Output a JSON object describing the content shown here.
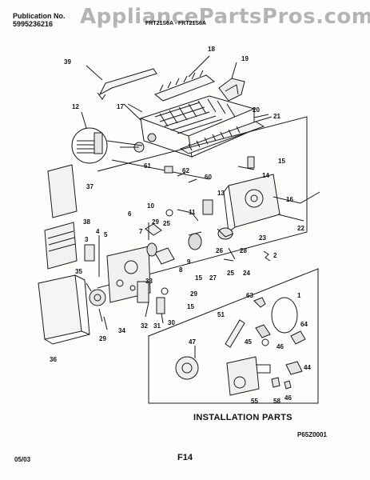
{
  "header": {
    "publication_label": "Publication No.",
    "publication_number": "5995236216",
    "model_line": "FRT21S6A - FRT21S6A"
  },
  "watermark": "AppliancePartsPros.com",
  "callouts": [
    {
      "id": "c39",
      "text": "39"
    },
    {
      "id": "c18",
      "text": "18"
    },
    {
      "id": "c19",
      "text": "19"
    },
    {
      "id": "c12",
      "text": "12"
    },
    {
      "id": "c17",
      "text": "17"
    },
    {
      "id": "c20",
      "text": "20"
    },
    {
      "id": "c21",
      "text": "21"
    },
    {
      "id": "c37",
      "text": "37"
    },
    {
      "id": "c61",
      "text": "61"
    },
    {
      "id": "c62",
      "text": "62"
    },
    {
      "id": "c60",
      "text": "60"
    },
    {
      "id": "c15a",
      "text": "15"
    },
    {
      "id": "c14",
      "text": "14"
    },
    {
      "id": "c13",
      "text": "13"
    },
    {
      "id": "c16",
      "text": "16"
    },
    {
      "id": "c10",
      "text": "10"
    },
    {
      "id": "c11",
      "text": "11"
    },
    {
      "id": "c25",
      "text": "25"
    },
    {
      "id": "c38",
      "text": "38"
    },
    {
      "id": "c6",
      "text": "6"
    },
    {
      "id": "c22",
      "text": "22"
    },
    {
      "id": "c23",
      "text": "23"
    },
    {
      "id": "c3",
      "text": "3"
    },
    {
      "id": "c4",
      "text": "4"
    },
    {
      "id": "c5",
      "text": "5"
    },
    {
      "id": "c7",
      "text": "7"
    },
    {
      "id": "c29a",
      "text": "29"
    },
    {
      "id": "c26",
      "text": "26"
    },
    {
      "id": "c2",
      "text": "2"
    },
    {
      "id": "c28",
      "text": "28"
    },
    {
      "id": "c9",
      "text": "9"
    },
    {
      "id": "c27",
      "text": "27"
    },
    {
      "id": "c25b",
      "text": "25"
    },
    {
      "id": "c24",
      "text": "24"
    },
    {
      "id": "c35",
      "text": "35"
    },
    {
      "id": "c8",
      "text": "8"
    },
    {
      "id": "c15b",
      "text": "15"
    },
    {
      "id": "c33",
      "text": "33"
    },
    {
      "id": "c29b",
      "text": "29"
    },
    {
      "id": "c15c",
      "text": "15"
    },
    {
      "id": "c63",
      "text": "63"
    },
    {
      "id": "c1",
      "text": "1"
    },
    {
      "id": "c51",
      "text": "51"
    },
    {
      "id": "c29c",
      "text": "29"
    },
    {
      "id": "c34",
      "text": "34"
    },
    {
      "id": "c32",
      "text": "32"
    },
    {
      "id": "c31",
      "text": "31"
    },
    {
      "id": "c30",
      "text": "30"
    },
    {
      "id": "c64",
      "text": "64"
    },
    {
      "id": "c36",
      "text": "36"
    },
    {
      "id": "c47",
      "text": "47"
    },
    {
      "id": "c45",
      "text": "45"
    },
    {
      "id": "c46a",
      "text": "46"
    },
    {
      "id": "c44",
      "text": "44"
    },
    {
      "id": "c55",
      "text": "55"
    },
    {
      "id": "c58",
      "text": "58"
    },
    {
      "id": "c46b",
      "text": "46"
    }
  ],
  "installation_caption": "INSTALLATION PARTS",
  "drawing_code": "P65Z0001",
  "date": "05/03",
  "page_number": "F14"
}
